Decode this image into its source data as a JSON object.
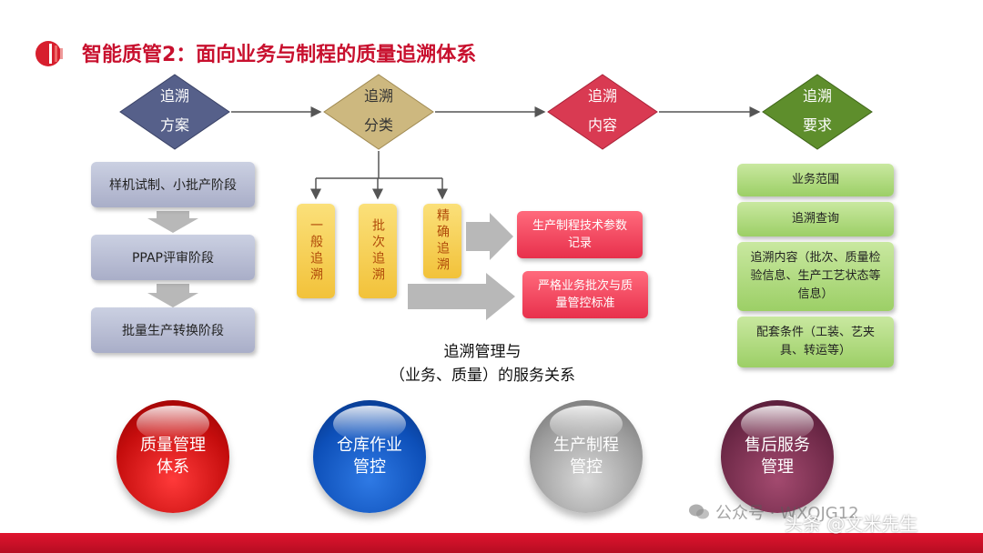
{
  "title": "智能质管2：面向业务与制程的质量追溯体系",
  "diamonds": [
    {
      "line1": "追溯",
      "line2": "方案",
      "color": "#4f5a82"
    },
    {
      "line1": "追溯",
      "line2": "分类",
      "color": "#c7b277"
    },
    {
      "line1": "追溯",
      "line2": "内容",
      "color": "#d6364f"
    },
    {
      "line1": "追溯",
      "line2": "要求",
      "color": "#5c8a2a"
    }
  ],
  "stages": [
    "样机试制、小批产阶段",
    "PPAP评审阶段",
    "批量生产转换阶段"
  ],
  "categories": [
    "一般追溯",
    "批次追溯",
    "精确追溯"
  ],
  "contents": [
    "生产制程技术参数记录",
    "严格业务批次与质量管控标准"
  ],
  "requirements": [
    "业务范围",
    "追溯查询",
    "追溯内容（批次、质量检验信息、生产工艺状态等信息）",
    "配套条件（工装、艺夹具、转运等）"
  ],
  "center_text": {
    "line1": "追溯管理与",
    "line2": "（业务、质量）的服务关系"
  },
  "spheres": [
    {
      "line1": "质量管理",
      "line2": "体系"
    },
    {
      "line1": "仓库作业",
      "line2": "管控"
    },
    {
      "line1": "生产制程",
      "line2": "管控"
    },
    {
      "line1": "售后服务",
      "line2": "管理"
    }
  ],
  "watermarks": {
    "wechat": "公众号 · WXQJG12",
    "toutiao": "头条 @文米先生"
  }
}
